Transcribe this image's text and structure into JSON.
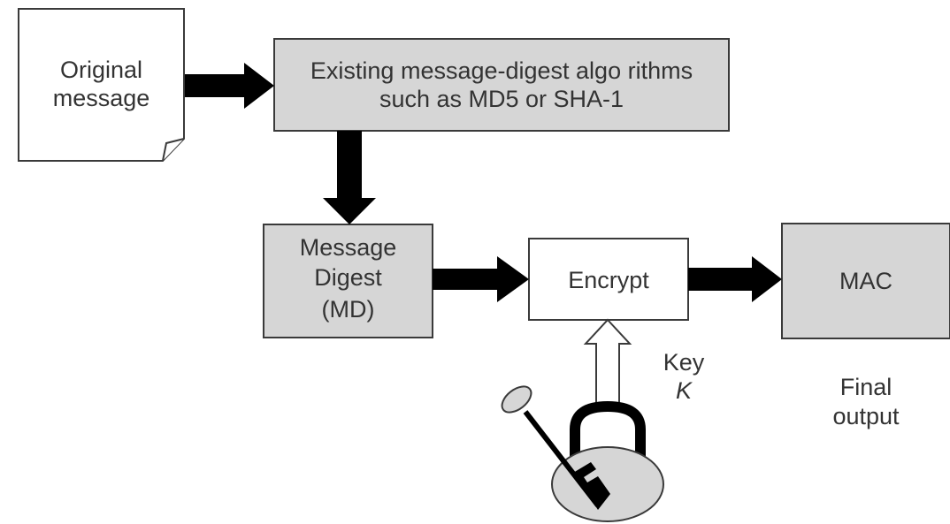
{
  "nodes": {
    "original_message": {
      "line1": "Original",
      "line2": "message"
    },
    "digest_algorithms": {
      "line1": "Existing message-digest algo rithms",
      "line2": "such as MD5 or SHA-1"
    },
    "message_digest": {
      "line1": "Message",
      "line2": "Digest",
      "line3": "(MD)"
    },
    "encrypt": {
      "label": "Encrypt"
    },
    "mac": {
      "label": "MAC"
    }
  },
  "annotations": {
    "key": {
      "line1": "Key",
      "line2": "K"
    },
    "final_output": {
      "line1": "Final",
      "line2": "output"
    }
  },
  "colors": {
    "box_fill": "#d6d6d6",
    "box_white": "#ffffff",
    "stroke": "#3a3a3a",
    "arrow": "#000000",
    "text": "#333333"
  }
}
